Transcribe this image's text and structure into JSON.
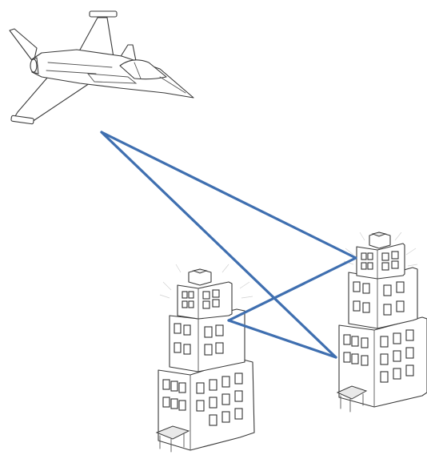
{
  "diagram": {
    "nodes": [
      {
        "id": "aircraft",
        "icon": "fighter-jet-icon"
      },
      {
        "id": "building-left",
        "icon": "building-icon"
      },
      {
        "id": "building-right",
        "icon": "building-icon"
      }
    ],
    "links": [
      {
        "from": "aircraft",
        "to": "building-right",
        "anchor": "right-top"
      },
      {
        "from": "aircraft",
        "to": "building-right",
        "anchor": "right-bottom"
      },
      {
        "from": "building-left",
        "to": "building-right",
        "anchor": "right-top"
      },
      {
        "from": "building-left",
        "to": "building-right",
        "anchor": "right-bottom"
      }
    ],
    "colors": {
      "link": "#3f6fb0",
      "outline": "#3a3a3a",
      "background": "#ffffff"
    }
  }
}
